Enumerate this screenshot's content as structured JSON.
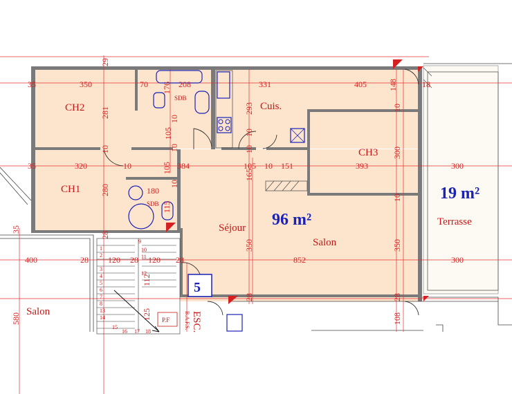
{
  "rooms": {
    "ch2": "CH2",
    "ch1": "CH1",
    "cuis": "Cuis.",
    "ch3": "CH3",
    "sejour": "Séjour",
    "salon": "Salon",
    "salon_left": "Salon",
    "terrasse": "Terrasse",
    "sdb_top": "SDB",
    "sdb_bottom": "SDB",
    "esc": "ESC.",
    "esc_sub": "B.A.F.S.",
    "pf": "P.F"
  },
  "areas": {
    "apartment": "96 m²",
    "terrace": "19 m²"
  },
  "unit_number": "5",
  "dimensions": {
    "d35a": "35",
    "d350": "350",
    "d70": "70",
    "d208": "208",
    "d331": "331",
    "d405": "405",
    "d148": "148",
    "d18": "18",
    "d29": "29",
    "d281": "281",
    "d176": "176",
    "d293": "293",
    "d10a": "10",
    "d105a": "105",
    "d10b": "10",
    "d10c": "10",
    "d300a": "300",
    "d35b": "35",
    "d320": "320",
    "d10d": "10",
    "d105b": "105",
    "d384": "384",
    "d105c": "105",
    "d10e": "10",
    "d151": "151",
    "d393": "393",
    "d300b": "300",
    "d280": "280",
    "d180": "180",
    "d10f": "10",
    "d165": "165",
    "d115": "115",
    "d10g": "10",
    "d35c": "35",
    "d28a": "28",
    "d350b": "350",
    "d350c": "350",
    "d400": "400",
    "d28b": "28",
    "d120a": "120",
    "d28c": "28",
    "d120b": "120",
    "d28d": "28",
    "d852": "852",
    "d300c": "300",
    "d28e": "28",
    "d28f": "28",
    "d580": "580",
    "d108": "108",
    "d125": "125",
    "d112": "112",
    "d10h": "10",
    "d10i": "10",
    "d10j": "10"
  },
  "stairs": {
    "s1": "1",
    "s2": "2",
    "s3": "3",
    "s4": "4",
    "s5": "5",
    "s6": "6",
    "s7": "7",
    "s8": "8",
    "s9": "9",
    "s10": "10",
    "s11": "11",
    "s12": "12",
    "s13": "13",
    "s14": "14",
    "s15": "15",
    "s16": "16",
    "s17": "17",
    "s18": "18"
  }
}
